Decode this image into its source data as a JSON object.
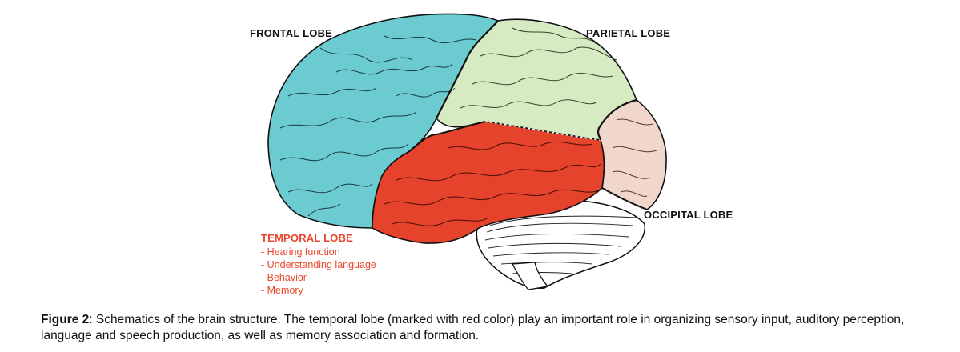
{
  "labels": {
    "frontal": "FRONTAL LOBE",
    "parietal": "PARIETAL LOBE",
    "occipital": "OCCIPITAL LOBE"
  },
  "temporal": {
    "title": "TEMPORAL LOBE",
    "items": [
      "- Hearing function",
      "- Understanding language",
      "- Behavior",
      "- Memory"
    ]
  },
  "caption": {
    "label": "Figure 2",
    "text": ": Schematics of the brain structure. The temporal lobe (marked with red color) play an important role in organizing sensory input, auditory perception, language and speech production, as well as memory association and formation."
  },
  "colors": {
    "frontal": "#6ccbd1",
    "parietal": "#d6ebc2",
    "occipital": "#f1d6cc",
    "temporal": "#e5432b",
    "cerebellum": "#ffffff",
    "outline": "#111111"
  }
}
